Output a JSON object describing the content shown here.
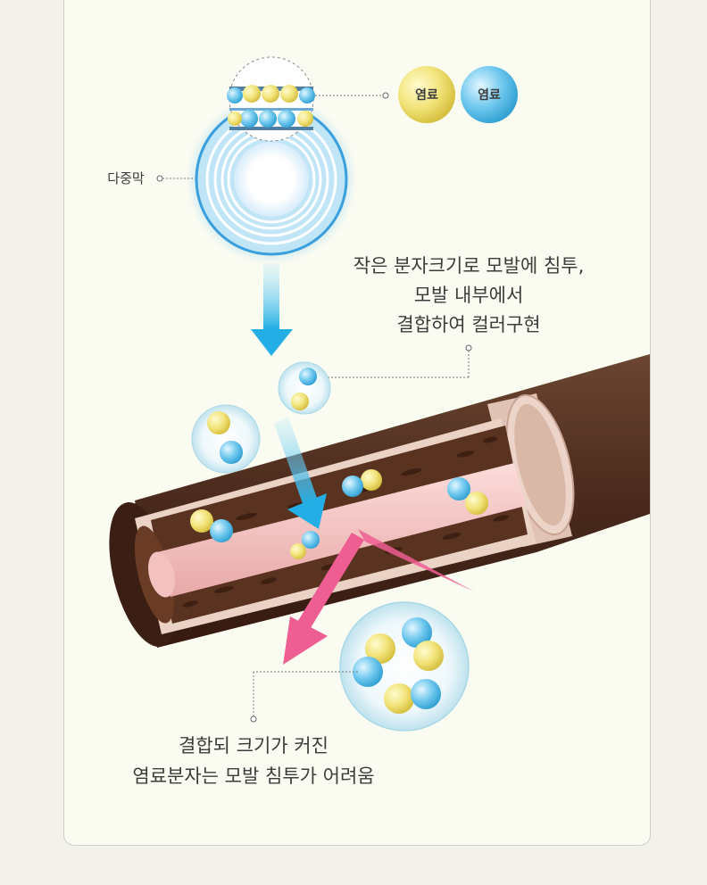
{
  "labels": {
    "dye_a": "염료",
    "dye_b": "염료",
    "multilayer": "다중막"
  },
  "captions": {
    "penetrate": [
      "작은 분자크기로 모발에 침투,",
      "모발 내부에서",
      "결합하여 컬러구현"
    ],
    "blocked": [
      "결합되 크기가 커진",
      "염료분자는 모발 침투가 어려움"
    ]
  },
  "colors": {
    "dye_yellow": "#f2e47a",
    "dye_blue": "#6fc8ee",
    "arrow_blue": "#23aee6",
    "arrow_pink": "#ee5e93",
    "hair_cuticle": "#4a2a1d",
    "hair_cortex": "#5a3320",
    "hair_medulla": "#f3c2c0"
  }
}
